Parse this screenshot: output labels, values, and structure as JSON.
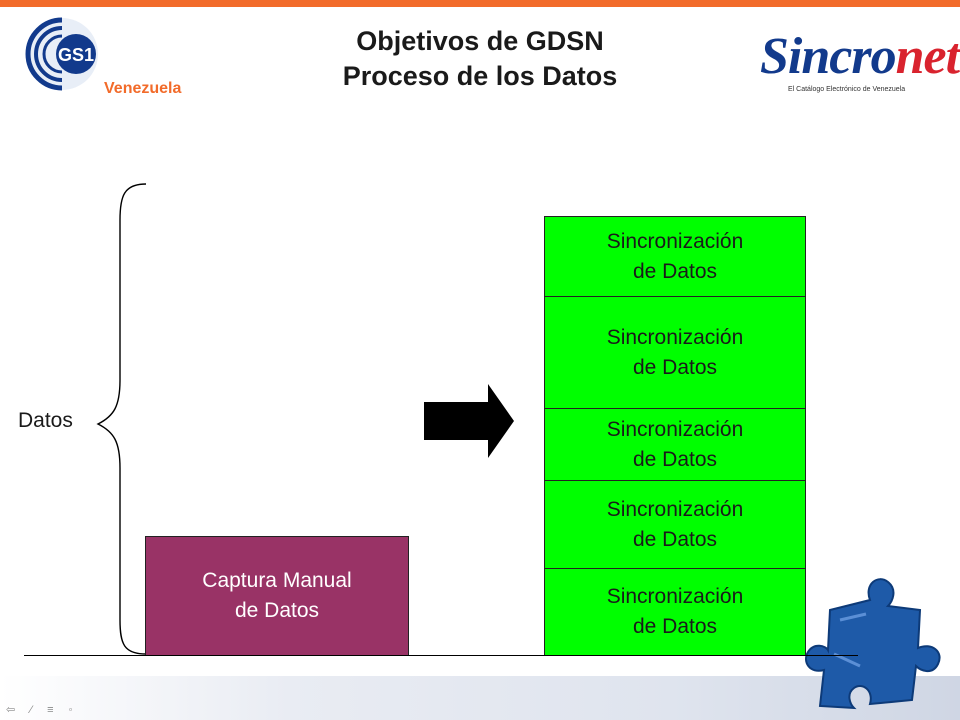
{
  "title": {
    "line1": "Objetivos de GDSN",
    "line2": "Proceso de los Datos"
  },
  "logos": {
    "gs1": {
      "mark": "GS1",
      "sub": "Venezuela"
    },
    "sincronet": {
      "word_a": "Sincro",
      "word_b": "net",
      "sub": "El Catálogo Electrónico de Venezuela"
    }
  },
  "axis_label": "Datos",
  "captura": {
    "line1": "Captura Manual",
    "line2": "de Datos"
  },
  "sync_boxes": [
    {
      "line1": "Sincronización",
      "line2": "de Datos"
    },
    {
      "line1": "Sincronización",
      "line2": "de Datos"
    },
    {
      "line1": "Sincronización",
      "line2": "de Datos"
    },
    {
      "line1": "Sincronización",
      "line2": "de Datos"
    },
    {
      "line1": "Sincronización",
      "line2": "de Datos"
    }
  ],
  "colors": {
    "accent_orange": "#f26b2a",
    "captura_fill": "#993366",
    "sync_fill": "#00ff00",
    "gs1_blue": "#123a8c",
    "sincronet_red": "#d9232e"
  },
  "icons": [
    "gs1-logo-icon",
    "sincronet-logo-icon",
    "right-arrow-icon",
    "curly-brace-icon",
    "puzzle-piece-icon"
  ]
}
